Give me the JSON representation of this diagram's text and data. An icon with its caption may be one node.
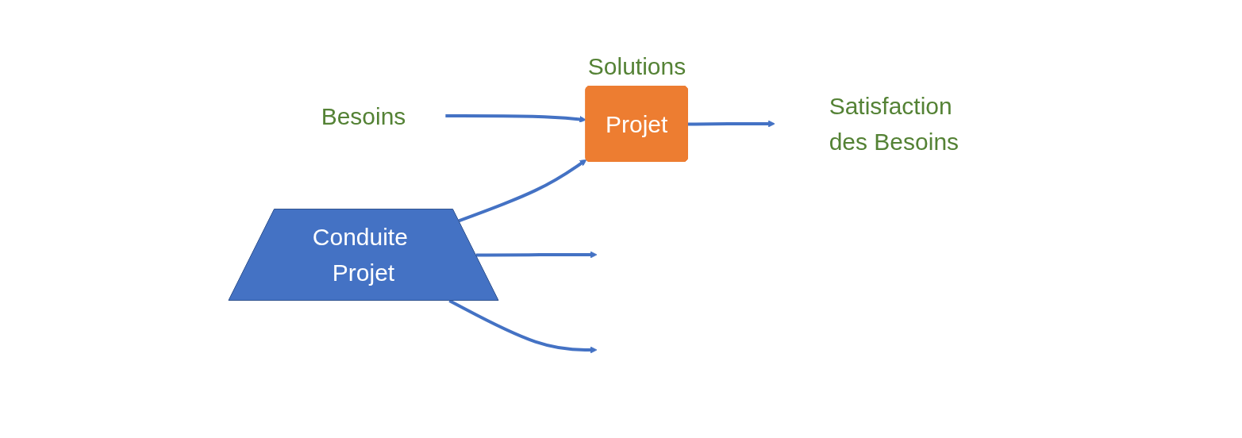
{
  "diagram": {
    "nodes": [
      {
        "text": [
          "Besoins"
        ]
      },
      {
        "text": [
          "Projet"
        ],
        "beside": [
          "Solutions"
        ]
      },
      {
        "text": [
          "Satisfaction des Besoins"
        ]
      },
      {
        "text": [
          "Conduite Projet"
        ]
      }
    ],
    "edges": [
      {
        "from": 0,
        "to": 1,
        "arrow": "to"
      },
      {
        "from": 1,
        "to": 2,
        "arrow": "to"
      },
      {
        "from": 3,
        "to": 1,
        "arrow": "to"
      },
      {
        "from": 3,
        "to": null,
        "arrow": "to"
      },
      {
        "from": 3,
        "to": null,
        "arrow": "to"
      }
    ]
  }
}
